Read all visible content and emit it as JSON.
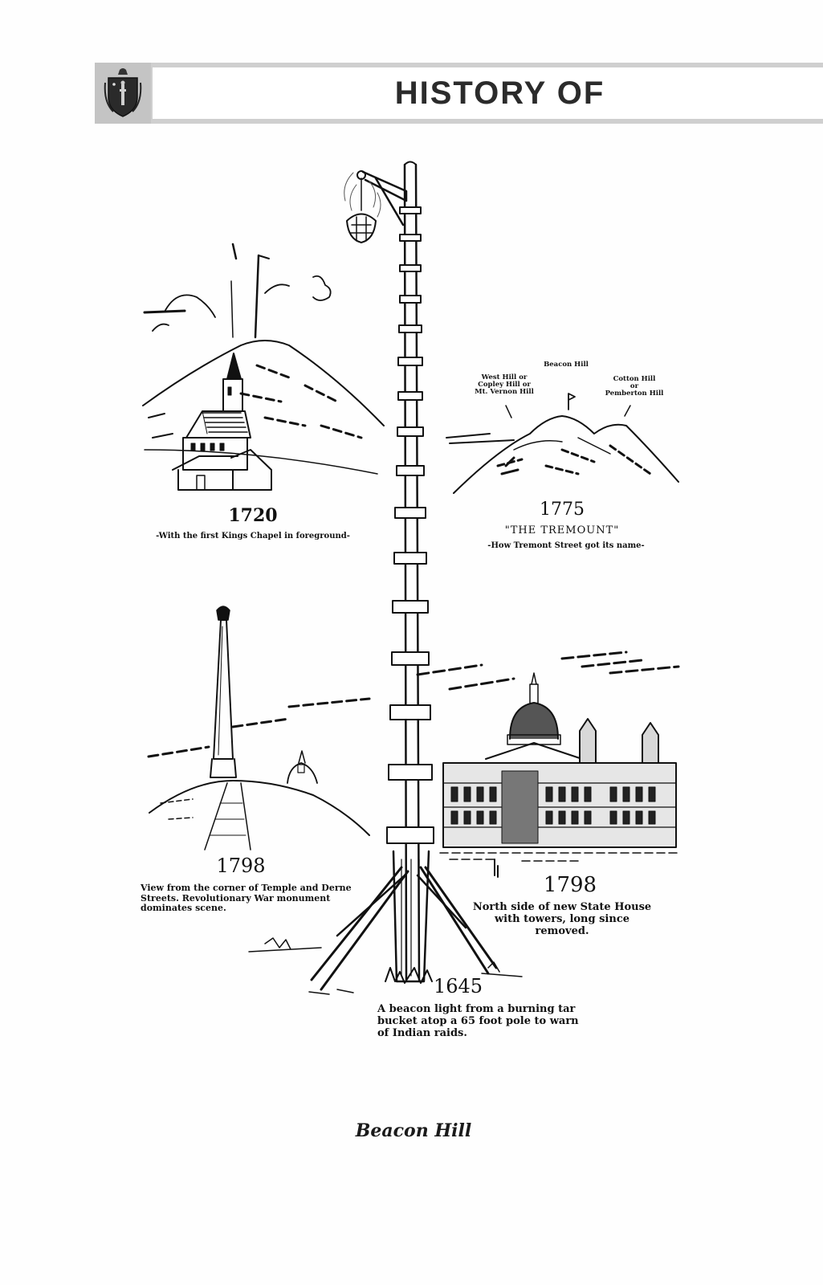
{
  "header": {
    "title": "HISTORY OF",
    "seal_icon": "massachusetts-state-seal"
  },
  "panels": {
    "p1720": {
      "year": "1720",
      "caption": "-With the first Kings Chapel in foreground-"
    },
    "p1775": {
      "year": "1775",
      "title": "\"THE TREMOUNT\"",
      "caption": "-How Tremont Street got its name-",
      "labels": {
        "center": "Beacon Hill",
        "left_line1": "West Hill or",
        "left_line2": "Copley Hill or",
        "left_line3": "Mt. Vernon Hill",
        "right_line1": "Cotton Hill",
        "right_line2": "or",
        "right_line3": "Pemberton Hill"
      }
    },
    "p1798_monument": {
      "year": "1798",
      "caption_line1": "View from the corner of Temple and Derne",
      "caption_line2": "Streets. Revolutionary War monument",
      "caption_line3": "dominates scene."
    },
    "p1798_statehouse": {
      "year": "1798",
      "caption_line1": "North side of new State House",
      "caption_line2": "with towers, long since",
      "caption_line3": "removed."
    },
    "p1645": {
      "year": "1645",
      "caption_line1": "A beacon light from a burning tar",
      "caption_line2": "bucket atop a 65 foot pole to warn",
      "caption_line3": "of Indian raids."
    }
  },
  "footer": {
    "signature": "Beacon Hill"
  }
}
